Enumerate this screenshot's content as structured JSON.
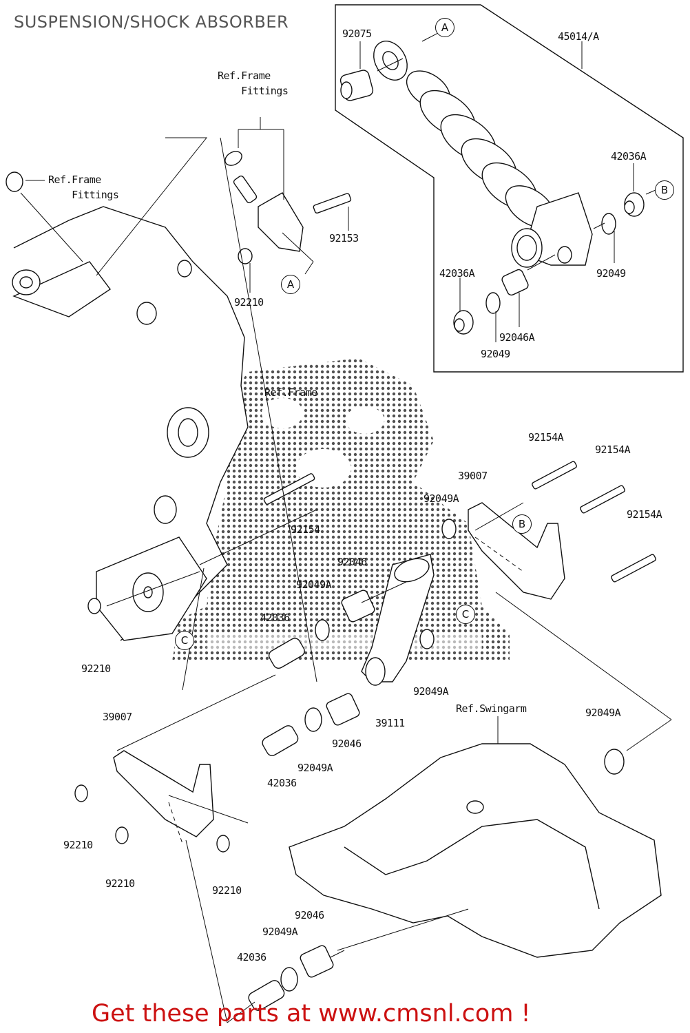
{
  "title": "SUSPENSION/SHOCK ABSORBER",
  "call_to_action": "Get these parts at www.cmsnl.com !",
  "colors": {
    "title": "#555555",
    "call_to_action": "#cc1111",
    "line_art": "#111111"
  },
  "reference_labels": {
    "frame_fittings_top": "Ref.Frame\n    Fittings",
    "frame_fittings_left": "Ref.Frame\n    Fittings",
    "frame": "Ref.Frame",
    "swingarm": "Ref.Swingarm"
  },
  "callouts": [
    "A",
    "A",
    "B",
    "B",
    "C",
    "C"
  ],
  "part_labels": [
    {
      "id": "p92075",
      "number": "92075"
    },
    {
      "id": "p45014A",
      "number": "45014/A"
    },
    {
      "id": "p42036A_top",
      "number": "42036A"
    },
    {
      "id": "p92049_right",
      "number": "92049"
    },
    {
      "id": "p42036A_low",
      "number": "42036A"
    },
    {
      "id": "p92046A",
      "number": "92046A"
    },
    {
      "id": "p92049_low",
      "number": "92049"
    },
    {
      "id": "p92153",
      "number": "92153"
    },
    {
      "id": "p92210_top",
      "number": "92210"
    },
    {
      "id": "p92154A_1",
      "number": "92154A"
    },
    {
      "id": "p92154A_2",
      "number": "92154A"
    },
    {
      "id": "p92154A_3",
      "number": "92154A"
    },
    {
      "id": "p39007_right",
      "number": "39007"
    },
    {
      "id": "p92049A_mid",
      "number": "92049A"
    },
    {
      "id": "p92154",
      "number": "92154"
    },
    {
      "id": "p92046_mid",
      "number": "92046"
    },
    {
      "id": "p92049A_left",
      "number": "92049A"
    },
    {
      "id": "p42036_mid",
      "number": "42036"
    },
    {
      "id": "p92210_left",
      "number": "92210"
    },
    {
      "id": "p92049A_c",
      "number": "92049A"
    },
    {
      "id": "p39111",
      "number": "39111"
    },
    {
      "id": "p92046_low",
      "number": "92046"
    },
    {
      "id": "p92049A_low",
      "number": "92049A"
    },
    {
      "id": "p42036_low",
      "number": "42036"
    },
    {
      "id": "p92049A_swing",
      "number": "92049A"
    },
    {
      "id": "p39007_left",
      "number": "39007"
    },
    {
      "id": "p92210_a",
      "number": "92210"
    },
    {
      "id": "p92210_b",
      "number": "92210"
    },
    {
      "id": "p92210_c",
      "number": "92210"
    },
    {
      "id": "p92046_bottom",
      "number": "92046"
    },
    {
      "id": "p92049A_bottom",
      "number": "92049A"
    },
    {
      "id": "p42036_bottom",
      "number": "42036"
    }
  ]
}
